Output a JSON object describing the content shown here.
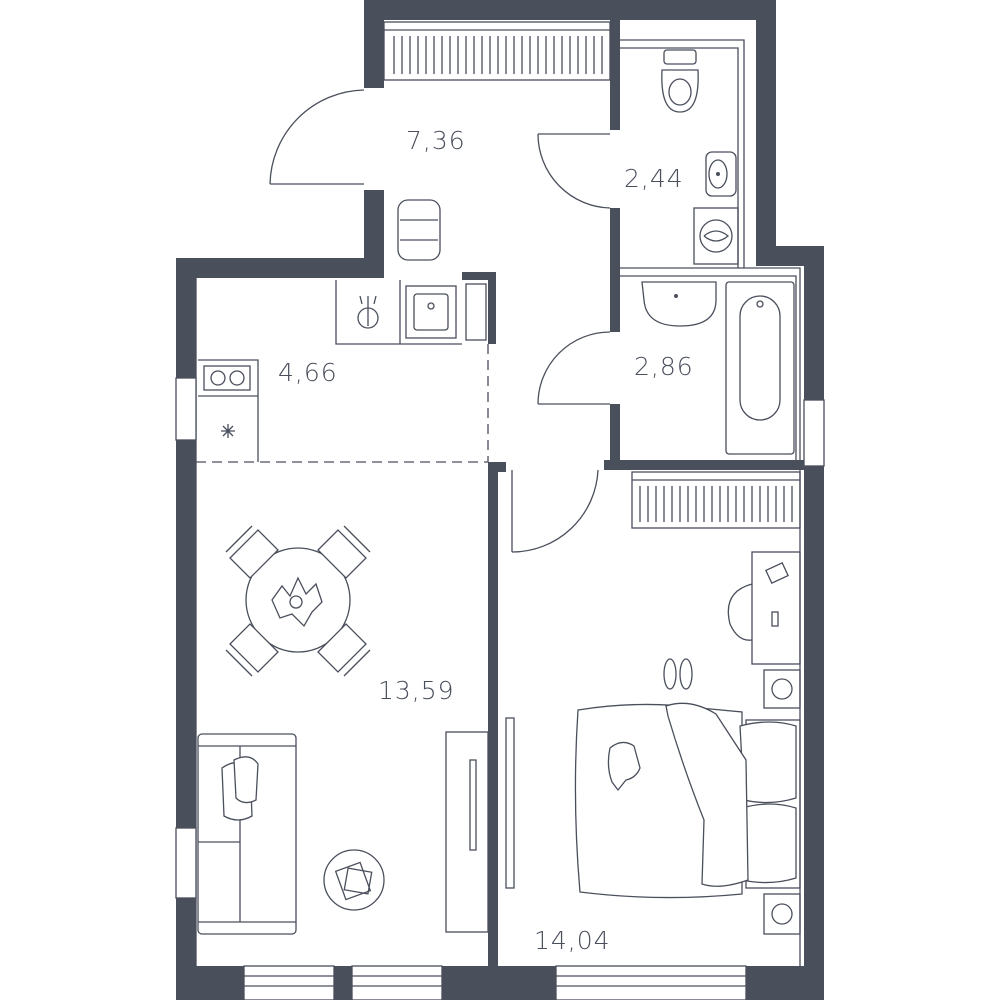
{
  "plan": {
    "wall_color": "#4a4f5c",
    "line_color": "#4a4f5c",
    "rooms": [
      {
        "name": "hallway",
        "area": "7,36"
      },
      {
        "name": "toilet",
        "area": "2,44"
      },
      {
        "name": "kitchen",
        "area": "4,66"
      },
      {
        "name": "bathroom",
        "area": "2,86"
      },
      {
        "name": "living-room",
        "area": "13,59"
      },
      {
        "name": "bedroom",
        "area": "14,04"
      }
    ],
    "icons": [
      "toilet-icon",
      "sink-icon",
      "washing-machine-icon",
      "bathtub-icon",
      "stove-icon",
      "kitchen-sink-icon",
      "fridge-icon",
      "dining-table-icon",
      "chair-icon",
      "sofa-icon",
      "coffee-table-icon",
      "tv-stand-icon",
      "bed-icon",
      "pillow-icon",
      "desk-icon",
      "slippers-icon",
      "wardrobe-icon",
      "radiator-icon",
      "door-icon",
      "window-icon"
    ]
  }
}
